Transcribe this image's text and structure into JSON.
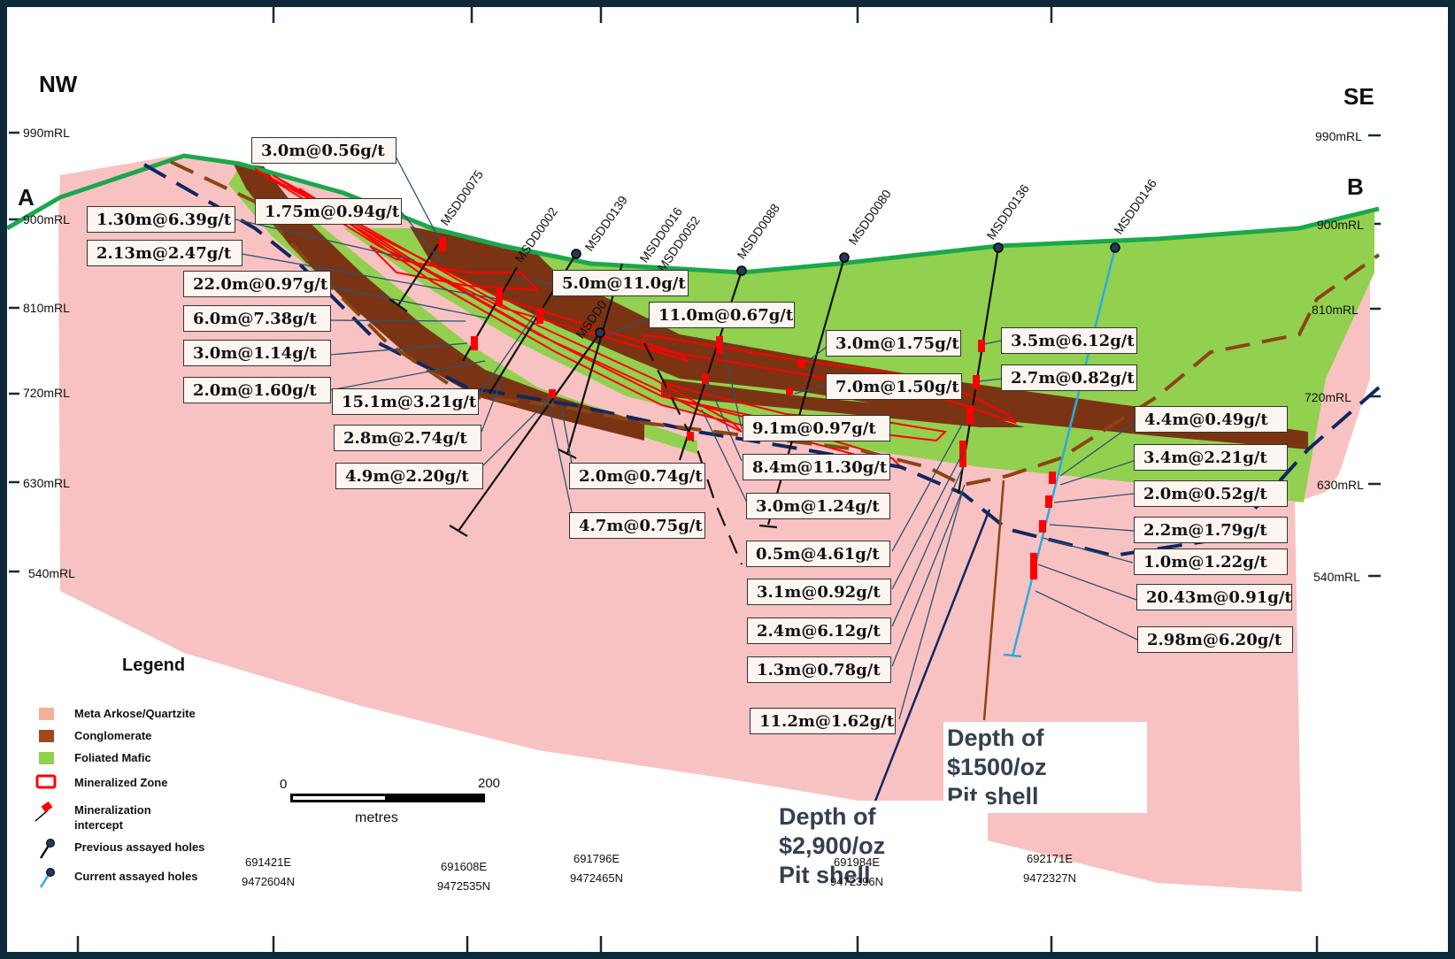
{
  "directions": {
    "nw": "NW",
    "se": "SE"
  },
  "section_ends": {
    "a": "A",
    "b": "B"
  },
  "rl_left": [
    "990mRL",
    "900mRL",
    "810mRL",
    "720mRL",
    "630mRL",
    "540mRL"
  ],
  "rl_right": [
    "990mRL",
    "900mRL",
    "810mRL",
    "720mRL",
    "630mRL",
    "540mRL"
  ],
  "holes": [
    "MSDD0075",
    "MSDD0002",
    "MSDD0139",
    "MSDD0016",
    "MSDD0052",
    "MSDD0088",
    "MSDD0080",
    "MSDD0136",
    "MSDD0146",
    "MSDD0"
  ],
  "intercepts": [
    "3.0m@0.56g/t",
    "1.30m@6.39g/t",
    "1.75m@0.94g/t",
    "2.13m@2.47g/t",
    "22.0m@0.97g/t",
    "5.0m@11.0g/t",
    "6.0m@7.38g/t",
    "11.0m@0.67g/t",
    "3.0m@1.14g/t",
    "2.0m@1.60g/t",
    "15.1m@3.21g/t",
    "2.8m@2.74g/t",
    "4.9m@2.20g/t",
    "2.0m@0.74g/t",
    "4.7m@0.75g/t",
    "3.0m@1.75g/t",
    "7.0m@1.50g/t",
    "9.1m@0.97g/t",
    "8.4m@11.30g/t",
    "3.0m@1.24g/t",
    "0.5m@4.61g/t",
    "3.1m@0.92g/t",
    "2.4m@6.12g/t",
    "1.3m@0.78g/t",
    "11.2m@1.62g/t",
    "3.5m@6.12g/t",
    "2.7m@0.82g/t",
    "4.4m@0.49g/t",
    "3.4m@2.21g/t",
    "2.0m@0.52g/t",
    "2.2m@1.79g/t",
    "1.0m@1.22g/t",
    "20.43m@0.91g/t",
    "2.98m@6.20g/t"
  ],
  "pit_shells": {
    "p1500_line1": "Depth of $1500/oz",
    "p1500_line2": "Pit shell",
    "p2900_line1": "Depth of $2,900/oz",
    "p2900_line2": "Pit shell"
  },
  "legend": {
    "title": "Legend",
    "items": [
      "Meta Arkose/Quartzite",
      "Conglomerate",
      "Foliated Mafic",
      "Mineralized Zone",
      "Mineralization intercept",
      "Previous assayed holes",
      "Current assayed holes"
    ]
  },
  "scale": {
    "zero": "0",
    "max": "200",
    "unit": "metres"
  },
  "coords": [
    {
      "e": "691421E",
      "n": "9472604N"
    },
    {
      "e": "691608E",
      "n": "9472535N"
    },
    {
      "e": "691796E",
      "n": "9472465N"
    },
    {
      "e": "691984E",
      "n": "9472396N"
    },
    {
      "e": "692171E",
      "n": "9472327N"
    }
  ],
  "colors": {
    "arkose": "#f9c2c2",
    "conglomerate": "#7a3414",
    "mafic": "#92d050",
    "topo": "#1aa84c",
    "mineral": "#ff0000",
    "pit_2900": "#0f2760",
    "pit_1500": "#8b4513",
    "current_hole": "#29abe2",
    "previous_hole": "#111111"
  }
}
